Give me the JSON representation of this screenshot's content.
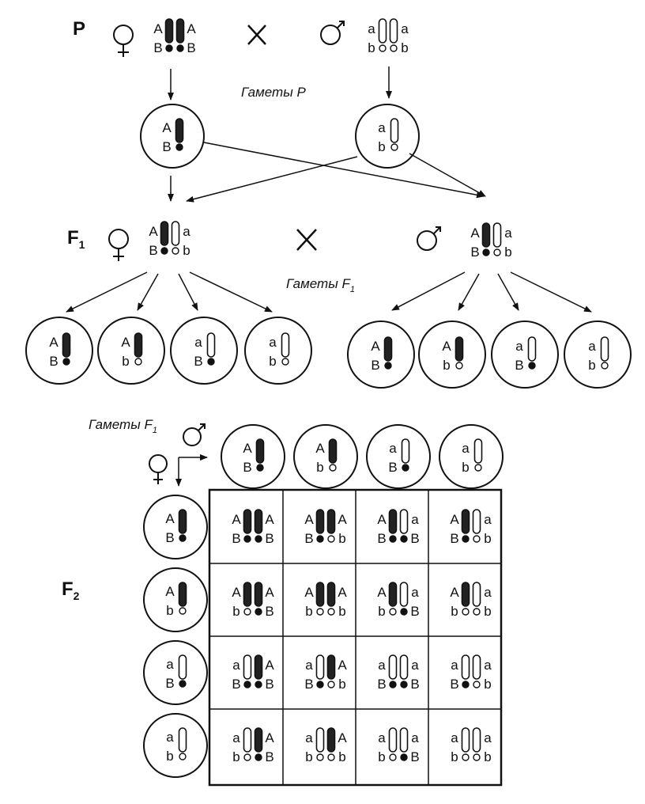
{
  "labels": {
    "p": "P",
    "f1": "F",
    "f1_sub": "1",
    "f2": "F",
    "f2_sub": "2",
    "gametes_p": "Гаметы Р",
    "gametes_f1": "Гаметы F",
    "gametes_f1_sub": "1",
    "cross": "×",
    "female": "♀",
    "male": "♂"
  },
  "alleles": {
    "dominant_a": "A",
    "recessive_a": "a",
    "dominant_b": "B",
    "recessive_b": "b"
  },
  "parents": {
    "female_genotype": "AB/AB",
    "male_genotype": "ab/ab"
  },
  "f1_genotype": "AB/ab",
  "gametes_f1": [
    "AB",
    "Ab",
    "aB",
    "ab"
  ],
  "punnett": {
    "columns": [
      "AB",
      "Ab",
      "aB",
      "ab"
    ],
    "rows": [
      "AB",
      "Ab",
      "aB",
      "ab"
    ]
  }
}
